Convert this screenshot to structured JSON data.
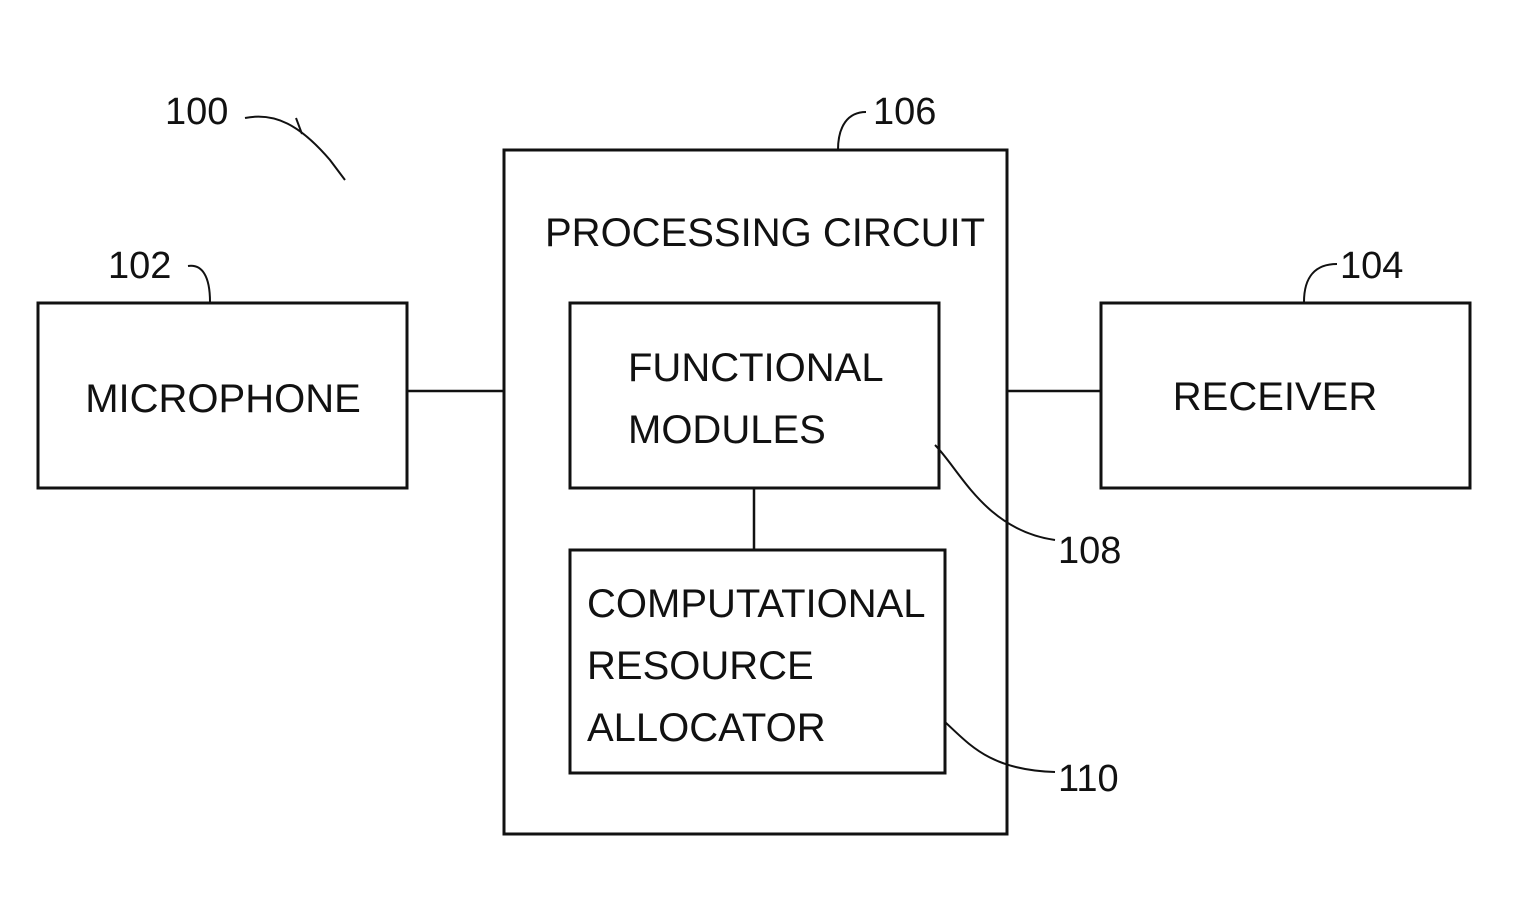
{
  "blocks": {
    "microphone": {
      "label": "MICROPHONE",
      "ref": "102"
    },
    "receiver": {
      "label": "RECEIVER",
      "ref": "104"
    },
    "processing_circuit": {
      "label": "PROCESSING CIRCUIT",
      "ref": "106"
    },
    "functional_modules": {
      "label_lines": [
        "FUNCTIONAL",
        "MODULES"
      ],
      "ref": "108"
    },
    "resource_allocator": {
      "label_lines": [
        "COMPUTATIONAL",
        "RESOURCE",
        "ALLOCATOR"
      ],
      "ref": "110"
    }
  },
  "system_ref": "100"
}
